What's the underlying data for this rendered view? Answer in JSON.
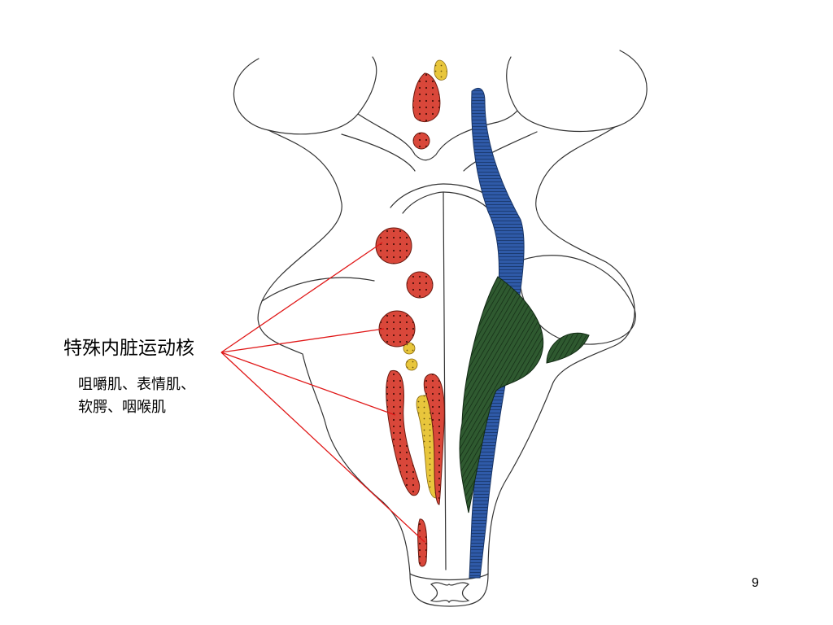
{
  "slide": {
    "label": "特殊内脏运动核",
    "description_lines": [
      "咀嚼肌、表情肌、",
      "软腭、咽喉肌"
    ],
    "page_number": "9"
  },
  "colors": {
    "background": "#ffffff",
    "outline": "#333333",
    "nucleus_red": "#d9473a",
    "nucleus_yellow": "#e8c63c",
    "tract_blue": "#2f5aa8",
    "tract_green": "#2f5a30",
    "pointer_line": "#e01818"
  },
  "icons": [
    "brainstem-diagram"
  ]
}
